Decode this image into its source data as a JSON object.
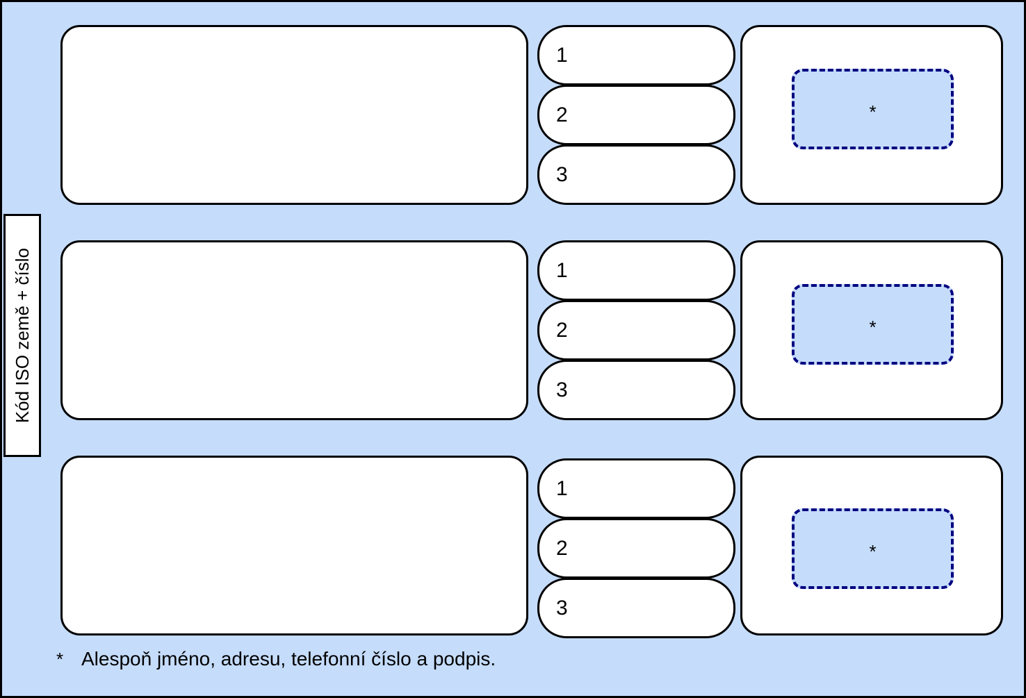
{
  "form": {
    "side_label": "Kód ISO země + číslo",
    "background_color": "#c5dcfb",
    "dashed_border_color": "#000080",
    "rows": [
      {
        "id": "row-1",
        "main_field_value": "",
        "numbered_items": [
          {
            "number": "1",
            "value": ""
          },
          {
            "number": "2",
            "value": ""
          },
          {
            "number": "3",
            "value": ""
          }
        ],
        "signature_area": {
          "marker": "*"
        }
      },
      {
        "id": "row-2",
        "main_field_value": "",
        "numbered_items": [
          {
            "number": "1",
            "value": ""
          },
          {
            "number": "2",
            "value": ""
          },
          {
            "number": "3",
            "value": ""
          }
        ],
        "signature_area": {
          "marker": "*"
        }
      },
      {
        "id": "row-3",
        "main_field_value": "",
        "numbered_items": [
          {
            "number": "1",
            "value": ""
          },
          {
            "number": "2",
            "value": ""
          },
          {
            "number": "3",
            "value": ""
          }
        ],
        "signature_area": {
          "marker": "*"
        }
      }
    ],
    "footnote": {
      "marker": "*",
      "text": "Alespoň jméno, adresu, telefonní číslo a podpis."
    }
  }
}
